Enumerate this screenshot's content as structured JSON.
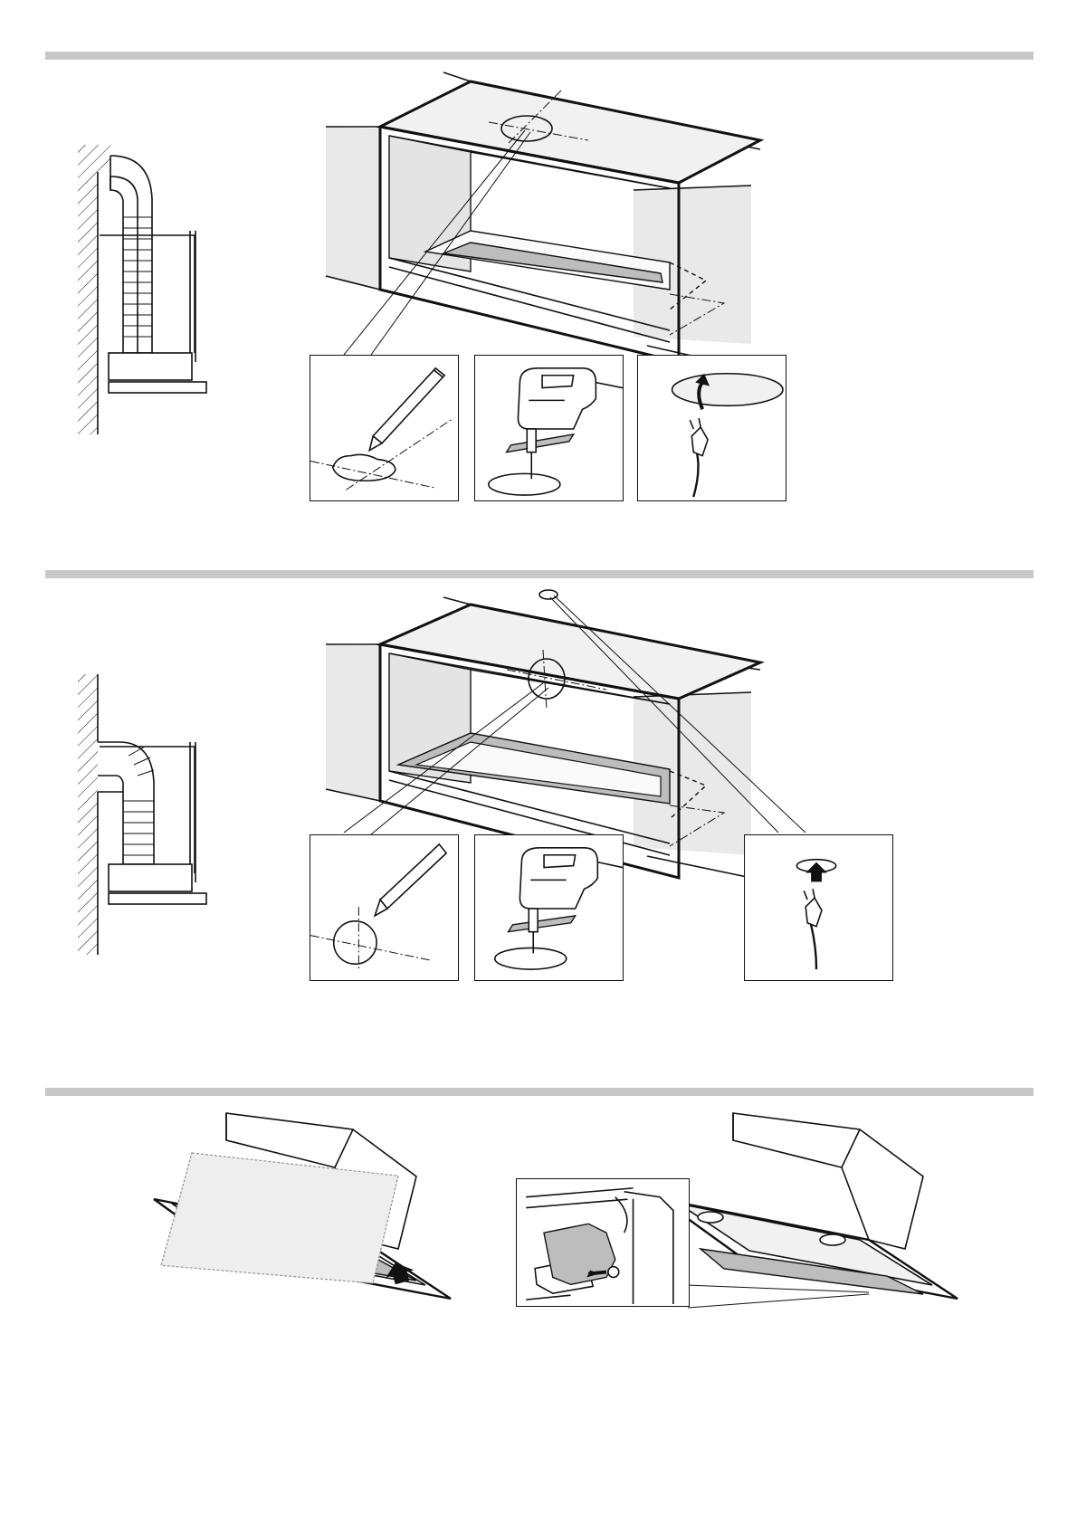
{
  "sections": [
    {
      "id": "duct-vertical",
      "insets": [
        "mark-outlet-icon",
        "jigsaw-icon",
        "power-cable-icon"
      ]
    },
    {
      "id": "duct-horizontal",
      "insets": [
        "mark-outlet-icon",
        "jigsaw-icon",
        "power-cable-icon"
      ]
    },
    {
      "id": "hood-install",
      "insets": [
        "latch-detail-icon"
      ]
    }
  ],
  "colors": {
    "band": "#c8c8c8",
    "line": "#111111",
    "wall": "#e9e9e9",
    "filter": "#bdbdbd"
  }
}
